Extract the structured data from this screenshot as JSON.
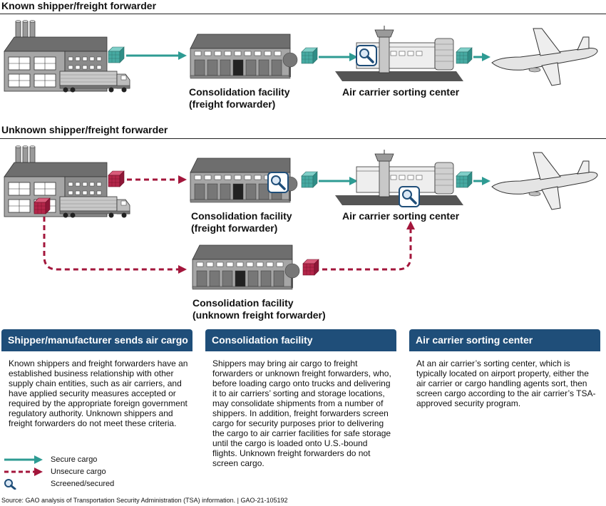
{
  "top_section": {
    "title": "Known shipper/freight forwarder",
    "consolidation_caption_1": "Consolidation facility",
    "consolidation_caption_2": "(freight forwarder)",
    "air_carrier_caption": "Air carrier sorting center"
  },
  "bottom_section": {
    "title": "Unknown shipper/freight forwarder",
    "consolidation_caption_1": "Consolidation facility",
    "consolidation_caption_2": "(freight forwarder)",
    "air_carrier_caption": "Air carrier sorting center",
    "unknown_caption_1": "Consolidation facility",
    "unknown_caption_2": "(unknown freight forwarder)"
  },
  "panels": [
    {
      "title": "Shipper/manufacturer sends air cargo",
      "body": "Known shippers and freight forwarders have an established business relationship with other supply chain entities, such as air carriers, and have applied security measures accepted or required by the appropriate foreign government regulatory authority. Unknown shippers and freight forwarders do not meet these criteria."
    },
    {
      "title": "Consolidation facility",
      "body": "Shippers may bring air cargo to freight forwarders or unknown freight forwarders, who, before loading cargo onto trucks and delivering it to air carriers’ sorting and storage locations, may consolidate shipments from a number of shippers. In addition, freight forwarders screen cargo for security purposes prior to delivering the cargo to air carrier facilities for safe storage until the cargo is loaded onto U.S.-bound flights. Unknown freight forwarders do not screen cargo."
    },
    {
      "title": "Air carrier sorting center",
      "body": "At an air carrier’s sorting center, which is typically located on airport property, either the air carrier or cargo handling agents sort, then screen cargo according to the air carrier’s TSA-approved security program."
    }
  ],
  "legend": {
    "secure": "Secure cargo",
    "unsecure": "Unsecure cargo",
    "screened": "Screened/secured"
  },
  "source": "Source: GAO analysis of Transportation Security Administration (TSA) information.  |  GAO-21-105192",
  "colors": {
    "secure": "#2e9b93",
    "unsecure": "#a3163b",
    "panel_header": "#1f4e79",
    "building": "#8c8c8c"
  }
}
